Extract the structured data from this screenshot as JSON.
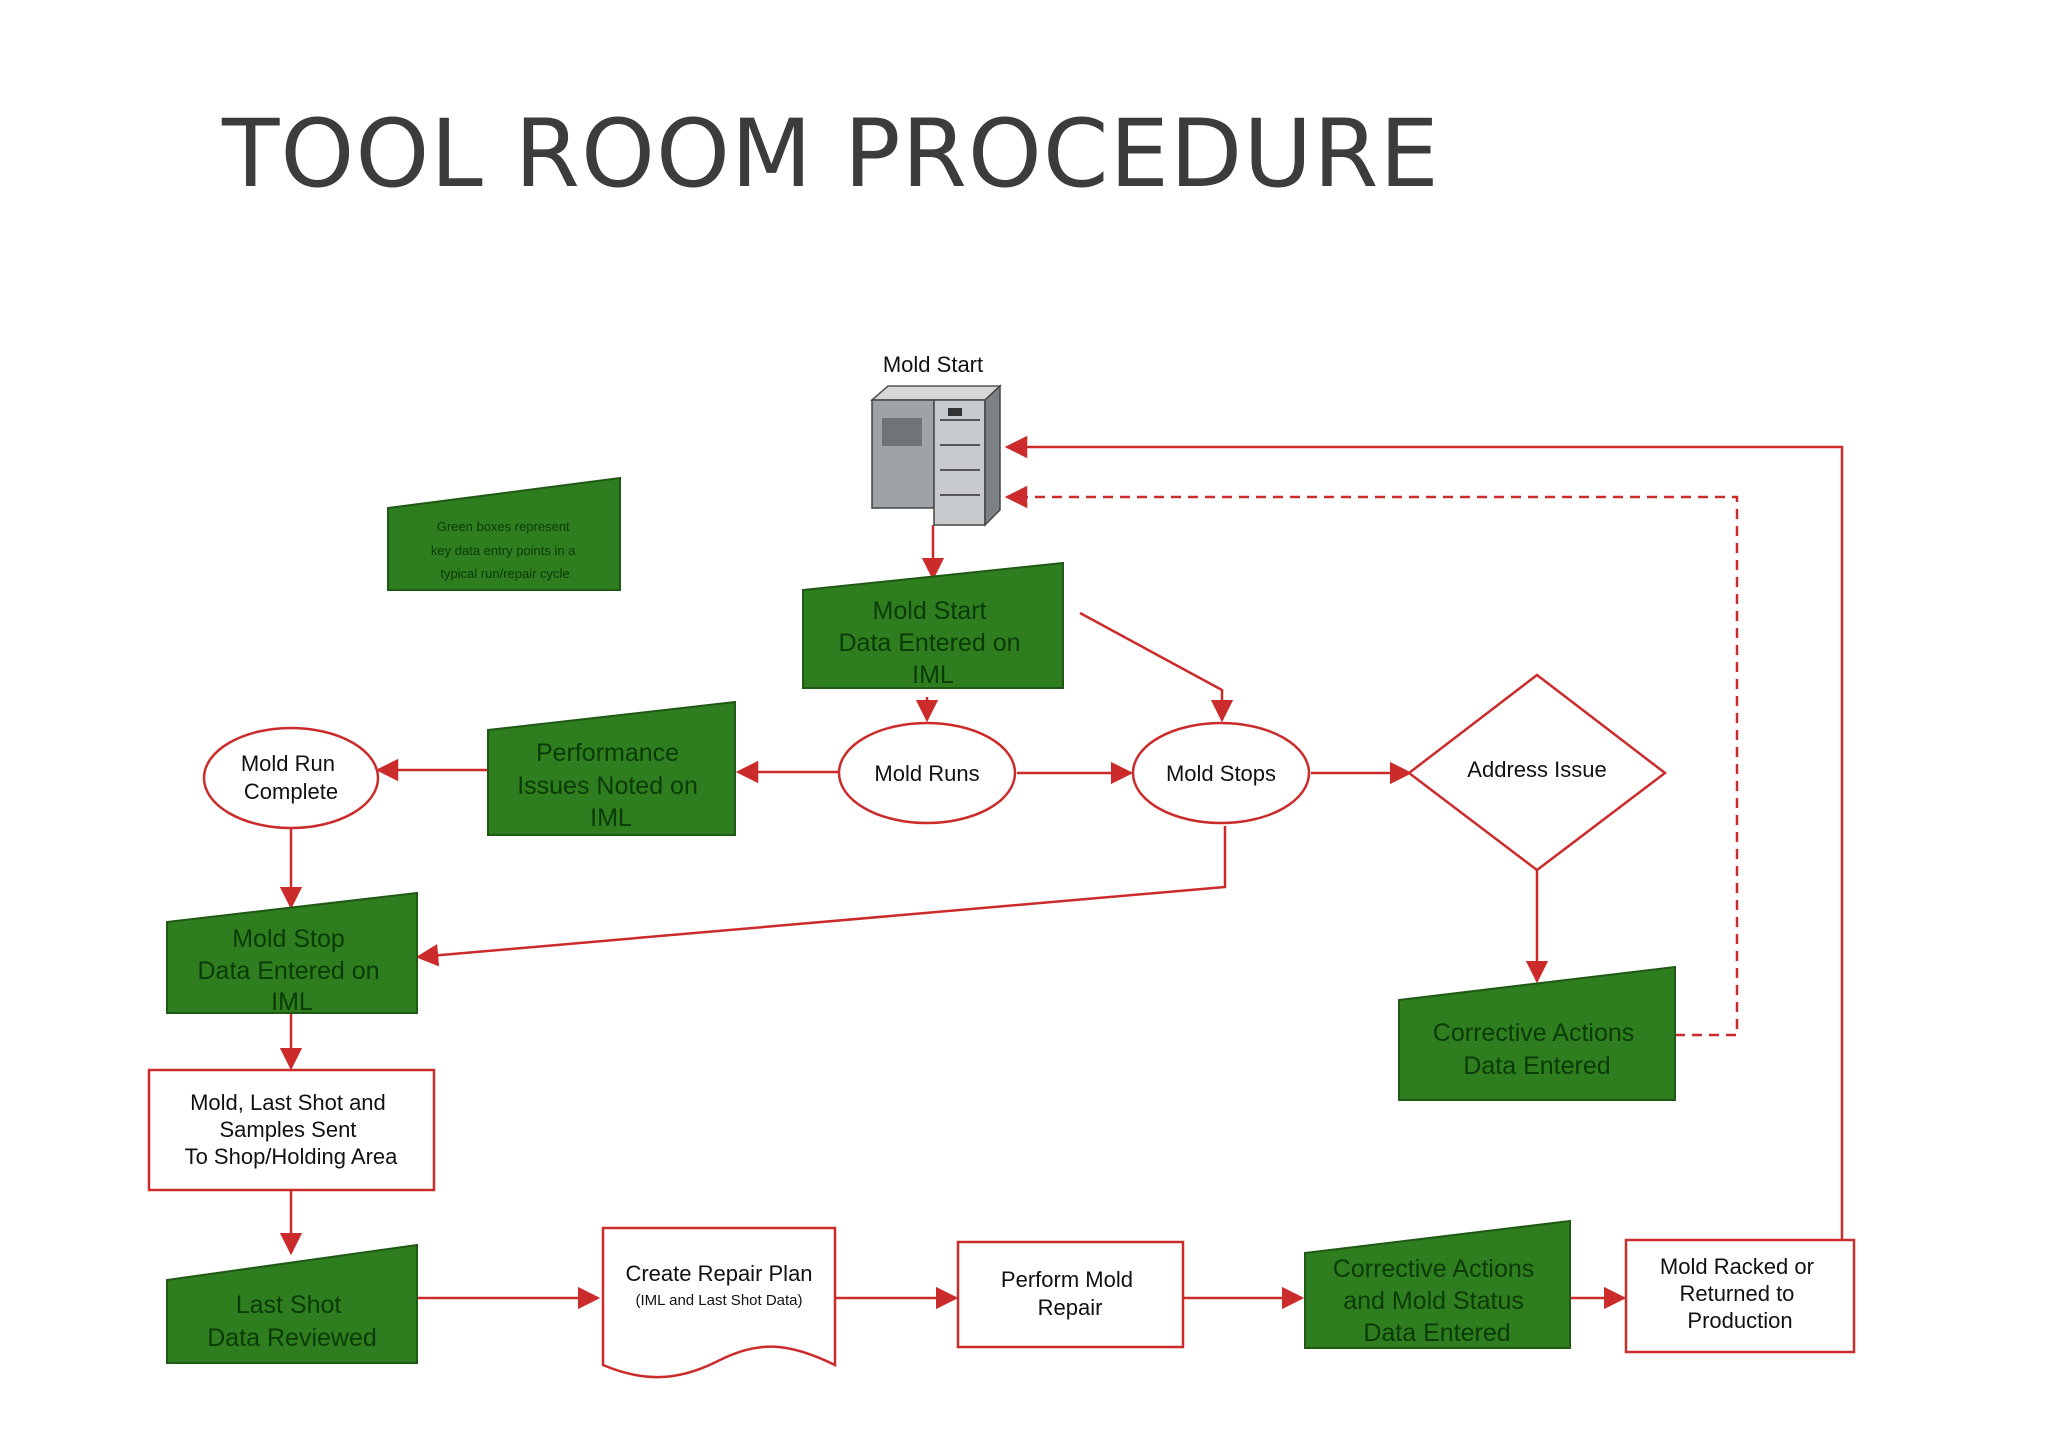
{
  "title": "TOOL ROOM PROCEDURE",
  "colors": {
    "green_box": "#2e7d1e",
    "arrow": "#cc2b2b",
    "title_text": "#3c3c3c"
  },
  "diagram": {
    "mold_start_label": "Mold Start",
    "mold_icon": "mold-machine-icon",
    "legend": [
      "Green boxes represent",
      "key data entry points in a",
      "typical run/repair cycle"
    ],
    "nodes": {
      "mold_start_data": [
        "Mold Start",
        "Data Entered on",
        "IML"
      ],
      "mold_runs": [
        "Mold Runs"
      ],
      "mold_stops": [
        "Mold Stops"
      ],
      "performance_issues": [
        "Performance",
        "Issues Noted on",
        "IML"
      ],
      "mold_run_complete": [
        "Mold Run",
        "Complete"
      ],
      "address_issue": [
        "Address Issue"
      ],
      "mold_stop_data": [
        "Mold Stop",
        "Data Entered on",
        "IML"
      ],
      "corrective_actions": [
        "Corrective Actions",
        "Data Entered"
      ],
      "mold_sent": [
        "Mold, Last Shot and",
        "Samples Sent",
        "To Shop/Holding Area"
      ],
      "last_shot": [
        "Last Shot",
        "Data Reviewed"
      ],
      "repair_plan": [
        "Create Repair Plan",
        "(IML and Last Shot Data)"
      ],
      "perform_repair": [
        "Perform Mold",
        "Repair"
      ],
      "corrective_status": [
        "Corrective Actions",
        "and Mold Status",
        "Data Entered"
      ],
      "mold_racked": [
        "Mold Racked or",
        "Returned to",
        "Production"
      ]
    }
  }
}
